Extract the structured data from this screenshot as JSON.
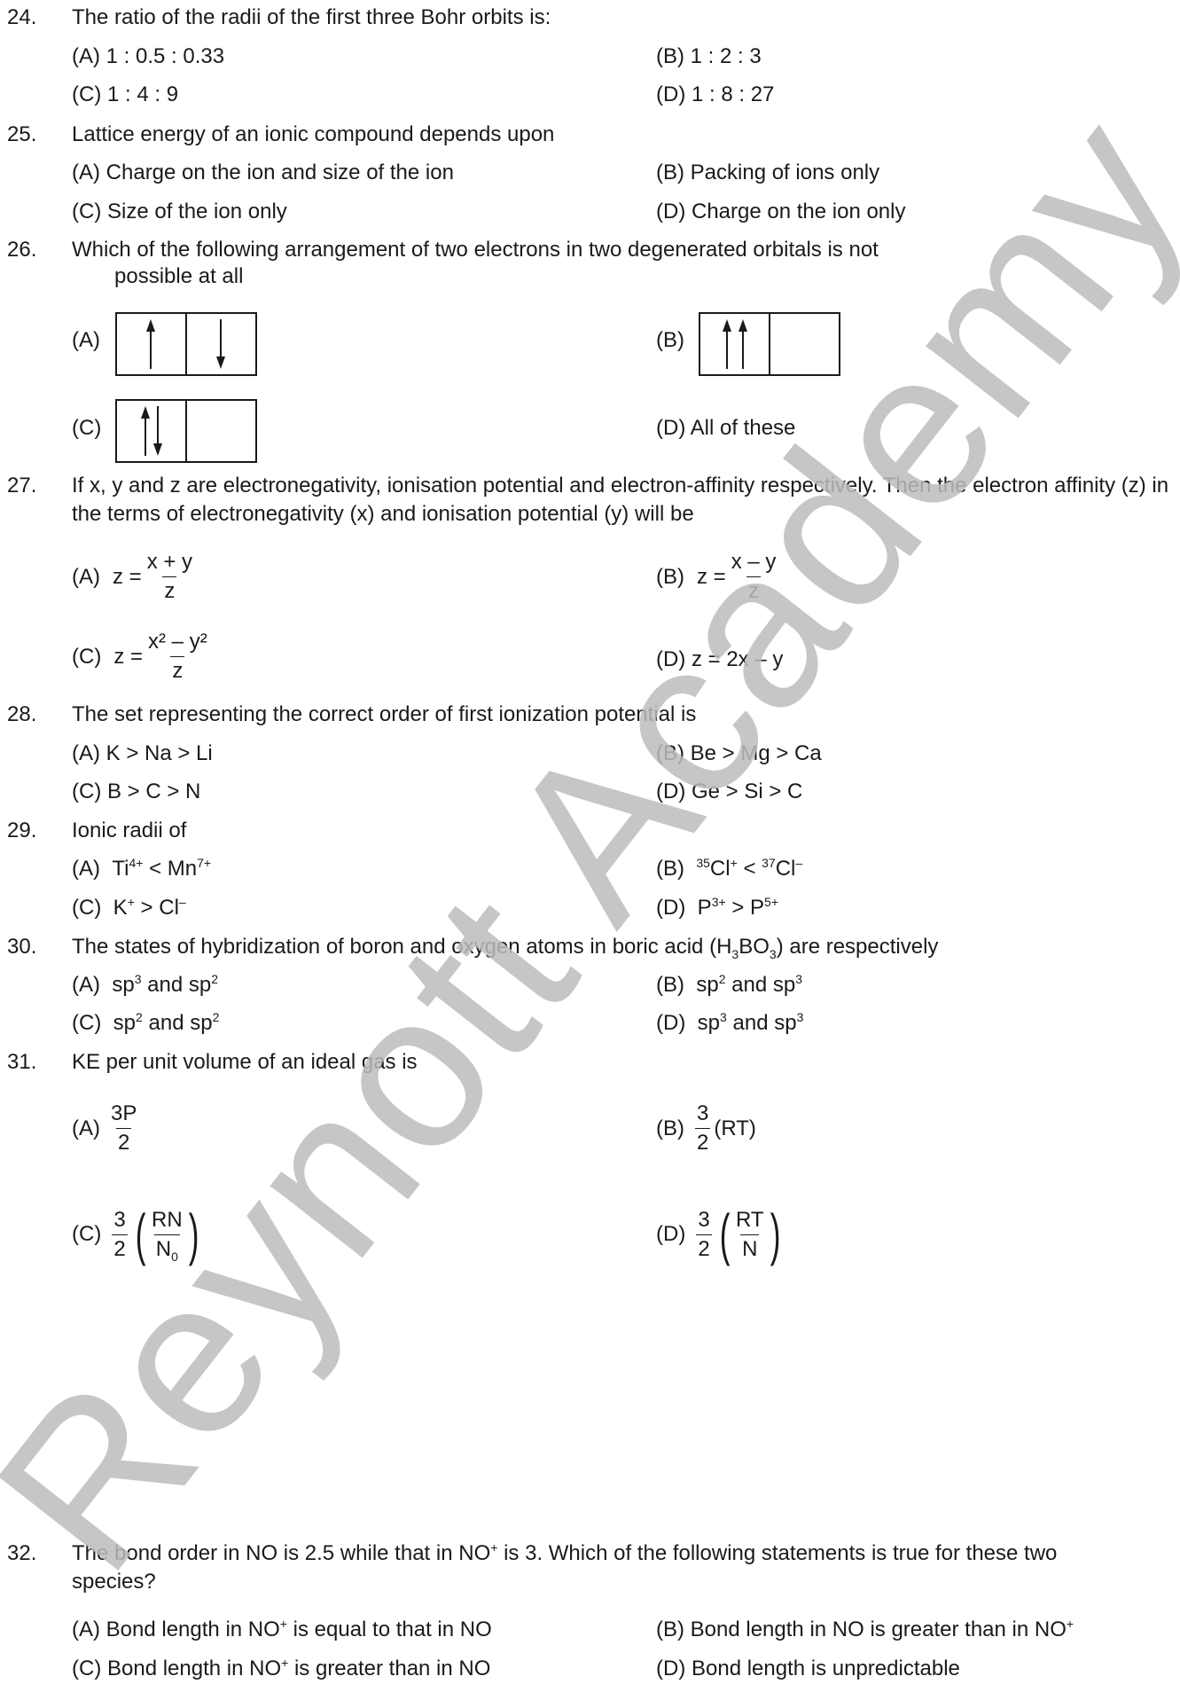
{
  "questions": [
    {
      "num": "24.",
      "text": "The ratio of the radii of the first three Bohr orbits is:",
      "options": [
        "(A)  1 : 0.5 : 0.33",
        "(B)  1 : 2 : 3",
        "(C)  1 : 4 : 9",
        "(D)  1 : 8 : 27"
      ]
    },
    {
      "num": "25.",
      "text": "Lattice energy of an ionic compound depends upon",
      "options": [
        "(A)  Charge on the ion and size of the ion",
        "(B)  Packing of ions only",
        "(C)  Size of the ion only",
        "(D)  Charge on the ion only"
      ]
    },
    {
      "num": "26.",
      "text": "Which of the following arrangement of two electrons in two degenerated orbitals is not",
      "text2": "possible at all",
      "labels": [
        "(A)",
        "(B)",
        "(C)",
        "(D)  All of these"
      ]
    },
    {
      "num": "27.",
      "text": "If x, y and z are electronegativity, ionisation potential and electron-affinity respectively. Then the electron affinity (z) in the terms of electronegativity (x) and ionisation potential (y) will be",
      "labels": [
        "(A)",
        "(B)",
        "(C)",
        "(D)  z = 2x – y"
      ],
      "frac": {
        "lhs": "z =",
        "a_num": "x + y",
        "b_num": "x – y",
        "den": "z",
        "c_num": "x² – y²"
      }
    },
    {
      "num": "28.",
      "text": "The set representing the correct order of first ionization potential is",
      "options": [
        "(A)  K > Na > Li",
        "(B)  Be > Mg > Ca",
        "(C)  B > C > N",
        "(D)  Ge > Si > C"
      ]
    },
    {
      "num": "29.",
      "text": "Ionic radii of",
      "labels": [
        "(A)",
        "(B)",
        "(C)",
        "(D)"
      ],
      "parts": {
        "ti": "Ti",
        "ti_sup": "4+",
        "lt": " < ",
        "mn": "Mn",
        "mn_sup": "7+",
        "m35": "35",
        "cl": "Cl",
        "plus": "+",
        "m37": "37",
        "minus": "–",
        "k": "K",
        "gt": " > ",
        "p": "P",
        "p3": "3+",
        "p5": "5+"
      }
    },
    {
      "num": "30.",
      "text_a": "The states of hybridization of boron and oxygen atoms in boric acid (H",
      "sub3": "3",
      "text_b": "BO",
      "text_c": ") are respectively",
      "labels": [
        "(A)",
        "(B)",
        "(C)",
        "(D)"
      ],
      "sp": "sp",
      "and": " and ",
      "two": "2",
      "three": "3"
    },
    {
      "num": "31.",
      "text": "KE per unit volume of  an ideal gas is",
      "labels": [
        "(A)",
        "(B)",
        "(C)",
        "(D)"
      ],
      "parts": {
        "three_p": "3P",
        "two": "2",
        "three": "3",
        "rt_paren": "(RT)",
        "rn": "RN",
        "n0": "N",
        "zero": "0",
        "rt": "RT",
        "n": "N",
        "lp": "(",
        "rp": ")"
      }
    },
    {
      "num": "32.",
      "text": "The bond order in NO is 2.5 while that in NO",
      "plus": "+",
      "text_b": " is 3. Which of the following statements is true for these two",
      "text2": "species?",
      "options_a": [
        "(A)  Bond length in NO",
        "(B)  Bond length in NO is greater than in NO",
        "(C)  Bond length in NO",
        "(D)  Bond length is unpredictable"
      ],
      "options_b": [
        " is equal to that in NO",
        "",
        " is greater than in NO",
        ""
      ]
    }
  ],
  "watermark": "Reynott Academy"
}
